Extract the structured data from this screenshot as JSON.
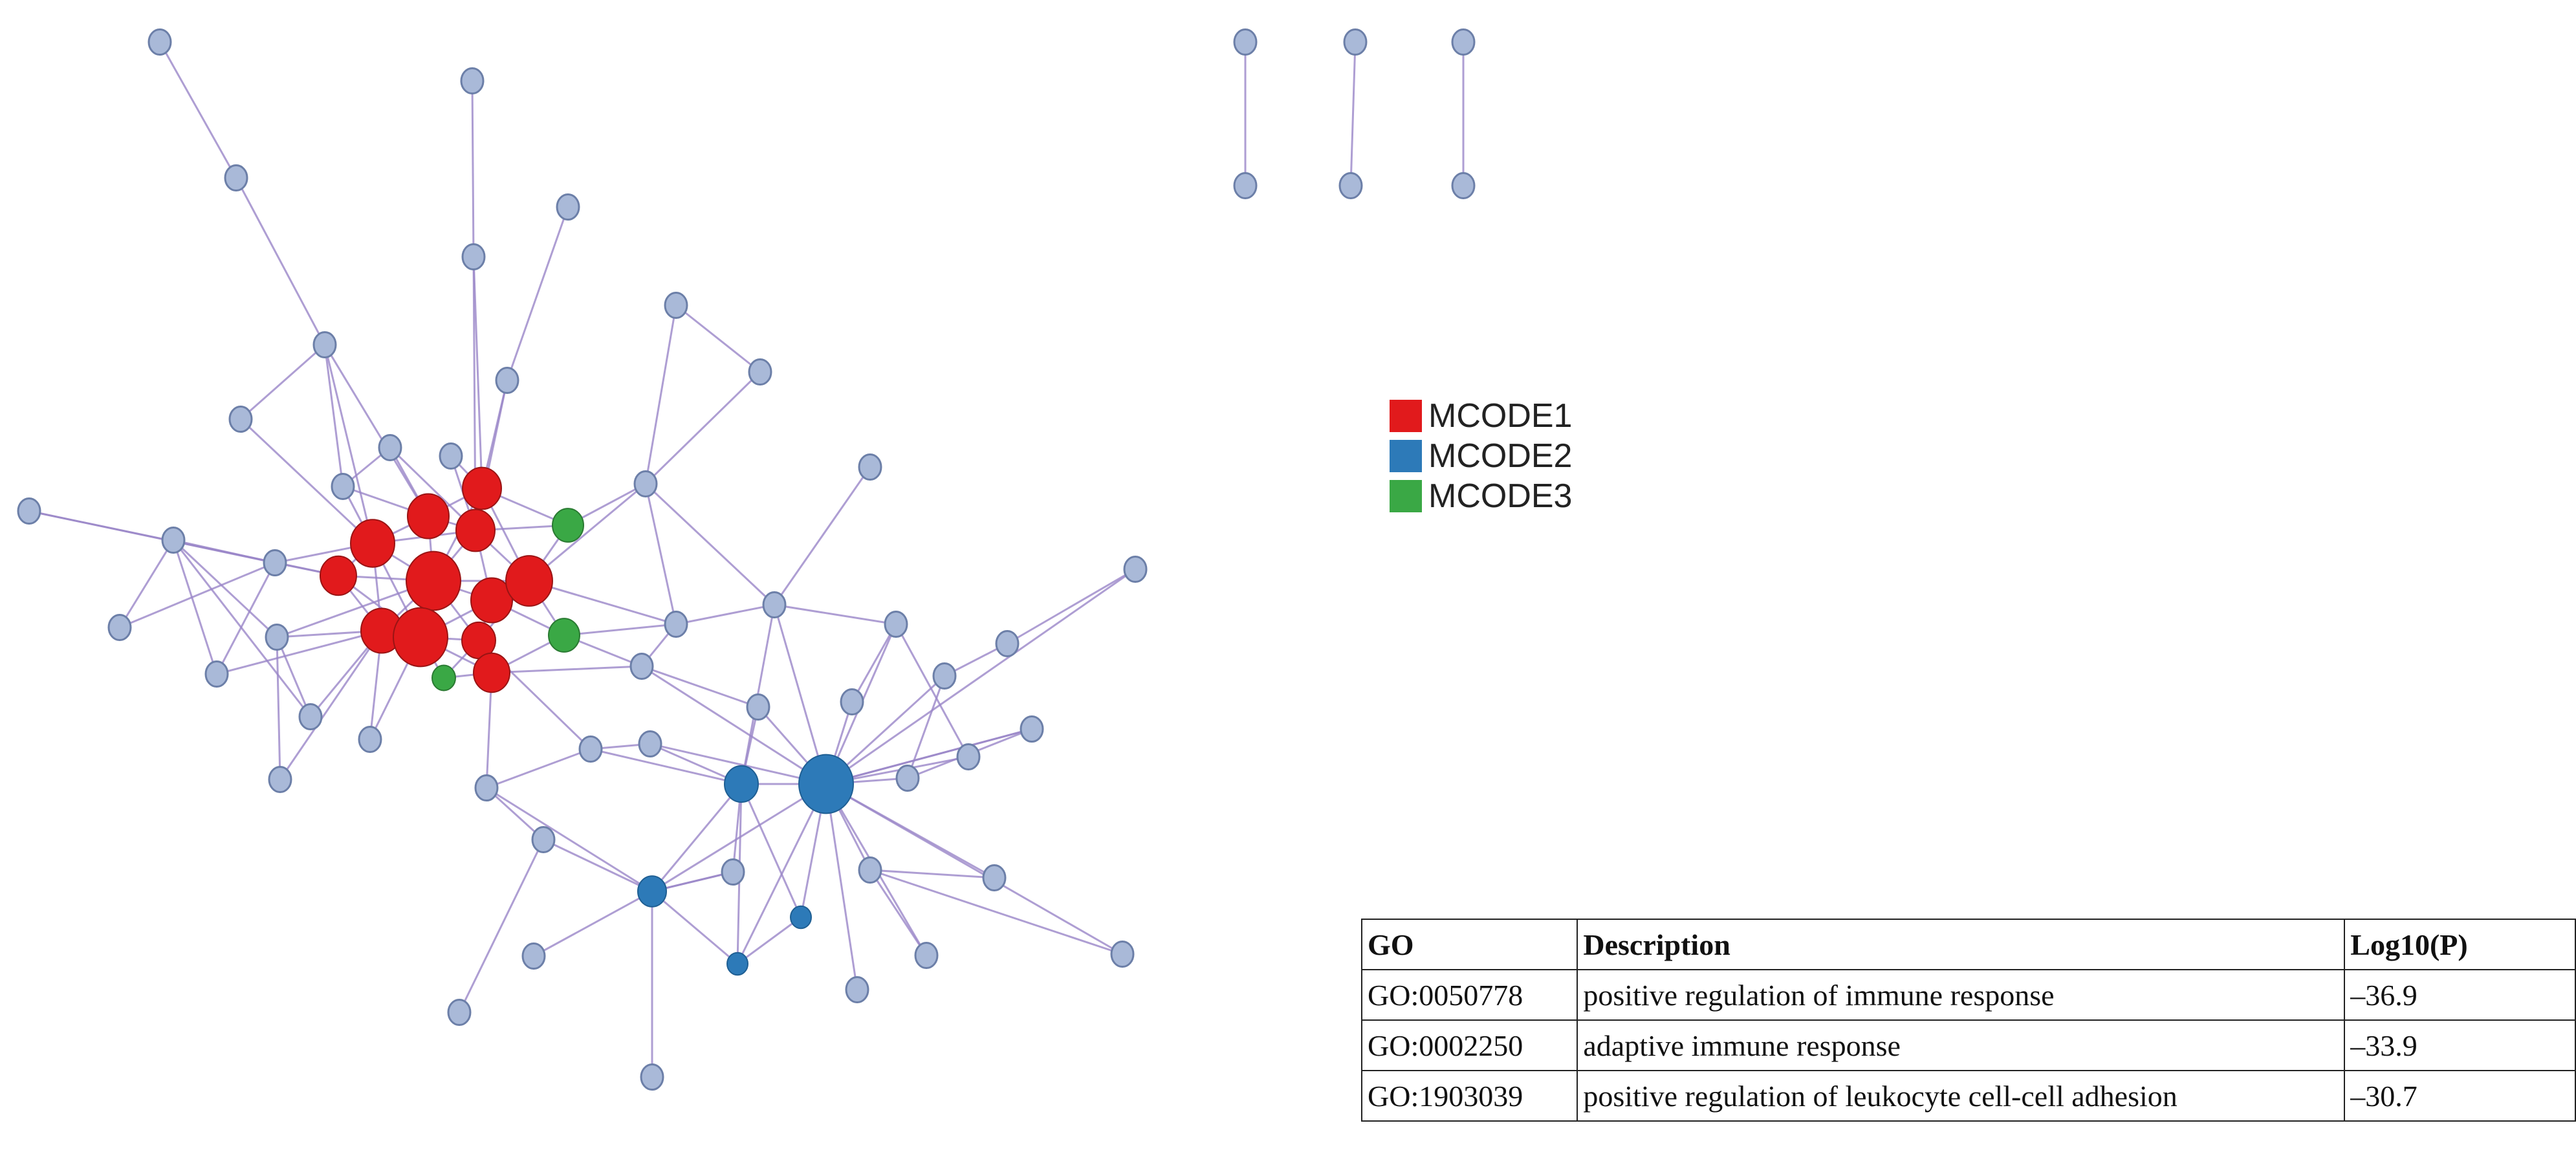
{
  "network": {
    "legend_shown": true,
    "clusters": [
      {
        "name": "MCODE1",
        "color": "#e11a1c"
      },
      {
        "name": "MCODE2",
        "color": "#2d7ab8"
      },
      {
        "name": "MCODE3",
        "color": "#3aa845"
      }
    ],
    "unclustered_color": "#a9b9d8",
    "edge_color": "#9a86c8"
  },
  "legend": {
    "items": [
      {
        "label": "MCODE1",
        "color": "#e11a1c"
      },
      {
        "label": "MCODE2",
        "color": "#2d7ab8"
      },
      {
        "label": "MCODE3",
        "color": "#3aa845"
      }
    ]
  },
  "go_table": {
    "headers": {
      "go": "GO",
      "description": "Description",
      "log": "Log10(P)"
    },
    "rows": [
      {
        "go": "GO:0050778",
        "description": "positive regulation of immune response",
        "log": "–36.9"
      },
      {
        "go": "GO:0002250",
        "description": "adaptive immune response",
        "log": "–33.9"
      },
      {
        "go": "GO:1903039",
        "description": "positive regulation of leukocyte cell-cell adhesion",
        "log": "–30.7"
      }
    ]
  }
}
